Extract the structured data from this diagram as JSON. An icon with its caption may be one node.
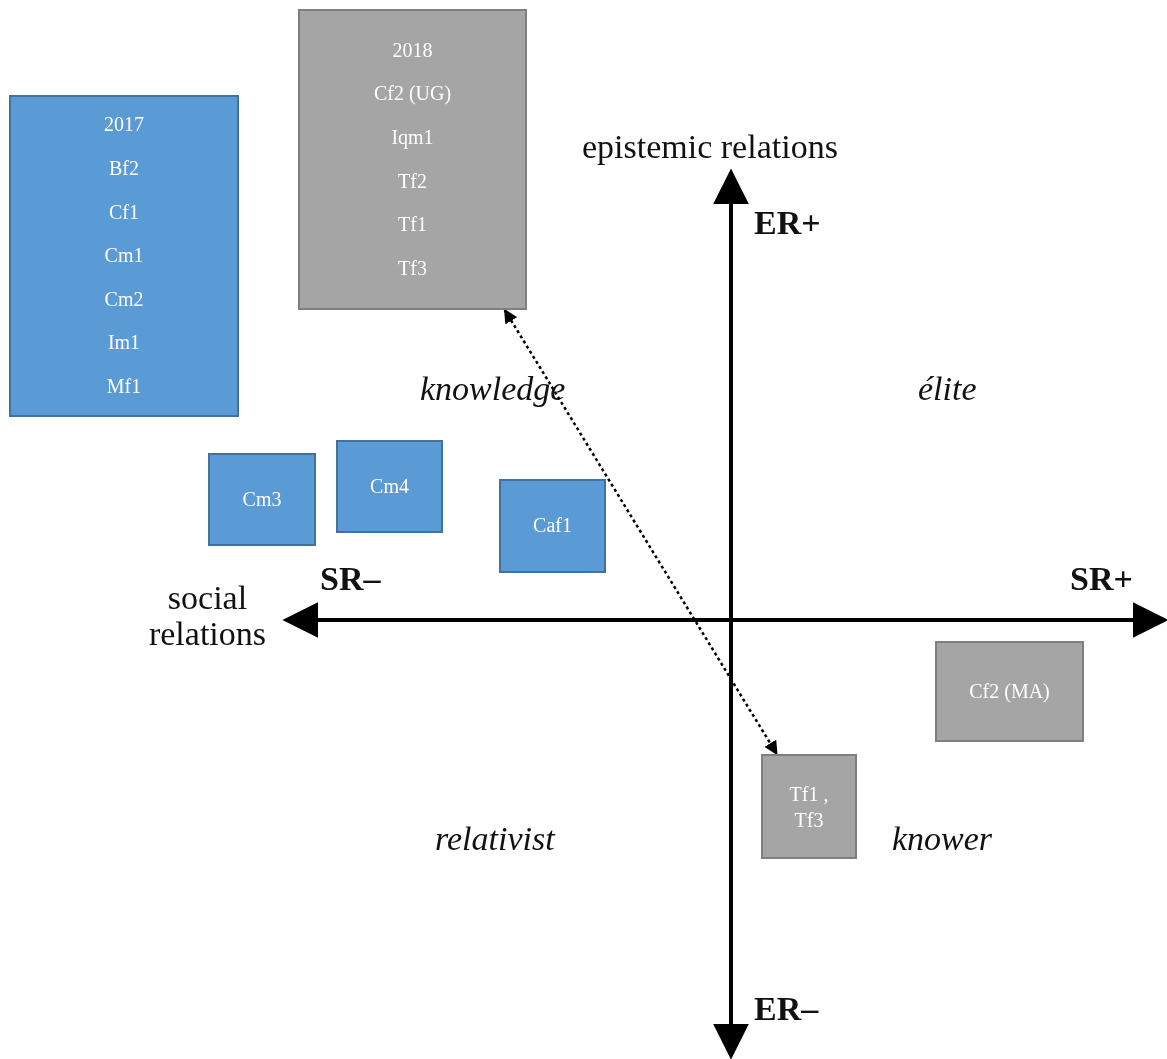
{
  "diagram": {
    "nodes": [
      {
        "text": [
          "2017",
          "Bf2",
          "Cf1",
          "Cm1",
          "Cm2",
          "Im1",
          "Mf1"
        ]
      },
      {
        "text": [
          "2018",
          "Cf2 (UG)",
          "Iqm1",
          "Tf2",
          "Tf1",
          "Tf3"
        ]
      },
      {
        "text": [
          "Cm3"
        ]
      },
      {
        "text": [
          "Cm4"
        ]
      },
      {
        "text": [
          "Caf1"
        ]
      },
      {
        "text": [
          "Cf2 (MA)"
        ]
      },
      {
        "text": [
          "Tf1 , Tf3"
        ]
      }
    ],
    "edges": [
      {
        "from": 1,
        "to": 6,
        "arrow": "both",
        "style": "dashed"
      }
    ],
    "labels": [
      "epistemic relations",
      "ER+",
      "knowledge",
      "élite",
      "SR–",
      "SR+",
      "social relations",
      "relativist",
      "knower",
      "ER–"
    ]
  }
}
